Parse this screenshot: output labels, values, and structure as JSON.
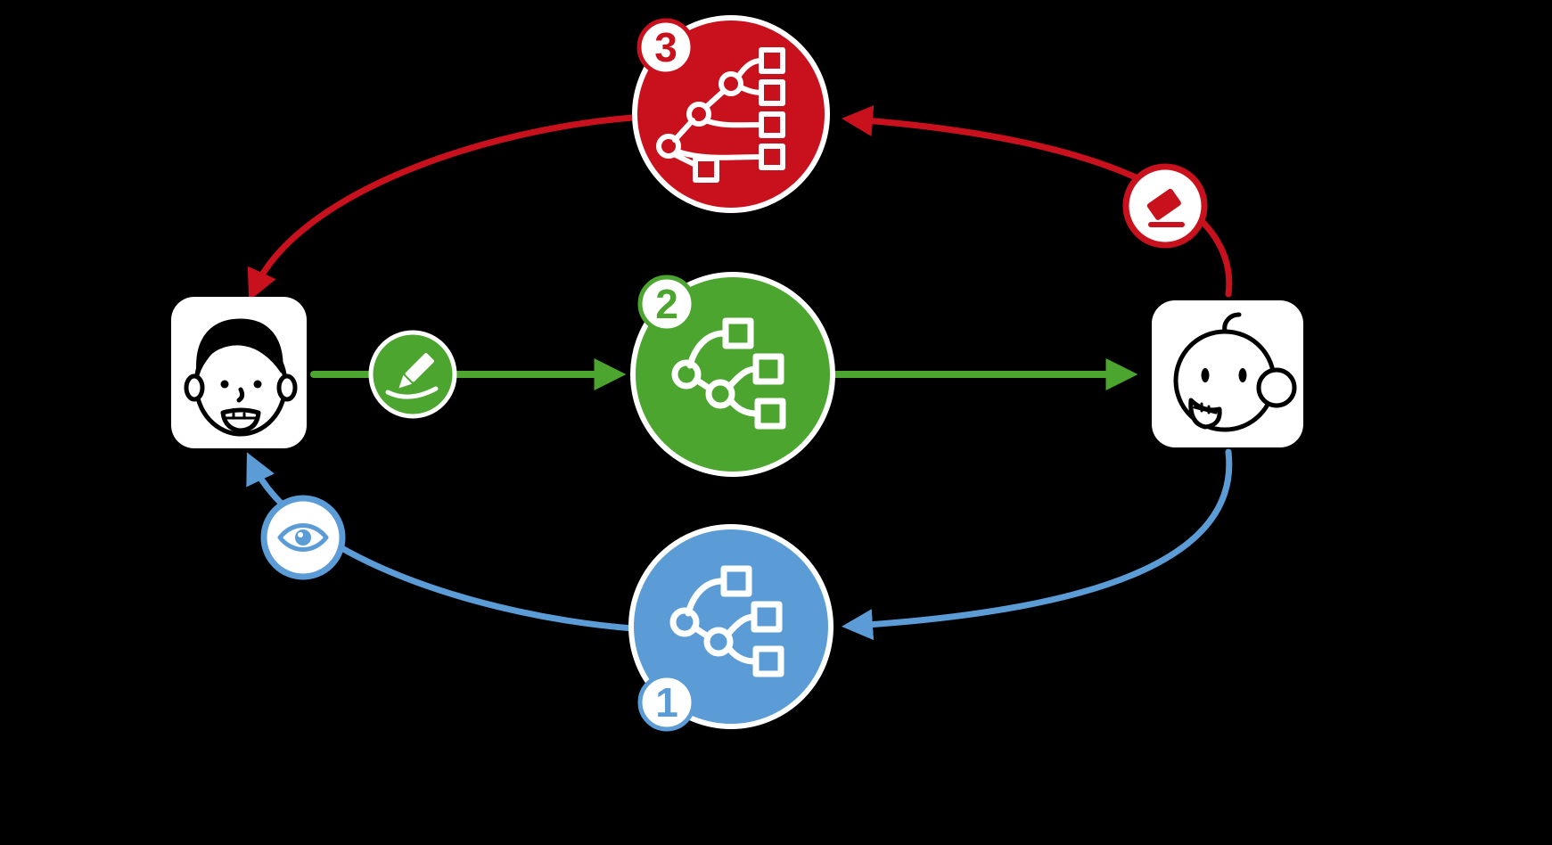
{
  "diagram": {
    "colors": {
      "background": "#000000",
      "red": "#c9111e",
      "green": "#4ca52f",
      "blue": "#5b9cd6",
      "white": "#ffffff",
      "black": "#000000"
    },
    "steps": [
      {
        "number": "1",
        "color": "blue",
        "node_icon": "tree-diagram-icon",
        "arrow_icon": "eye-icon",
        "flow": "right-actor-to-left-actor"
      },
      {
        "number": "2",
        "color": "green",
        "node_icon": "tree-diagram-icon",
        "arrow_icon": "pencil-icon",
        "flow": "left-actor-to-right-actor"
      },
      {
        "number": "3",
        "color": "red",
        "node_icon": "tree-diagram-icon",
        "arrow_icon": "eraser-icon",
        "flow": "right-actor-to-left-actor"
      }
    ],
    "actors": {
      "left": {
        "icon": "adult-face-icon"
      },
      "right": {
        "icon": "baby-face-icon"
      }
    }
  }
}
